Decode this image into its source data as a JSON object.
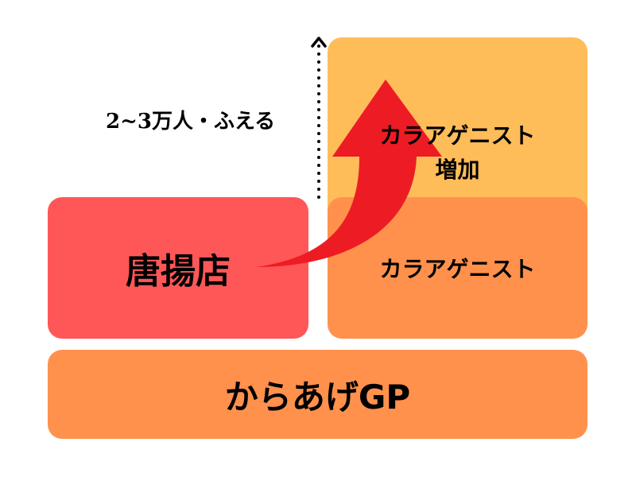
{
  "increase_label": "2~3万人・ふえる",
  "boxes": {
    "karaage_shop": "唐揚店",
    "genist_increase_line1": "カラアゲニスト",
    "genist_increase_line2": "増加",
    "genist": "カラアゲニスト",
    "karaage_gp": "からあげGP"
  },
  "colors": {
    "shop": "#FF5757",
    "genist_increase": "#FFBD59",
    "genist": "#FF914D",
    "gp": "#FF914D",
    "arrow": "#ED1C24"
  }
}
